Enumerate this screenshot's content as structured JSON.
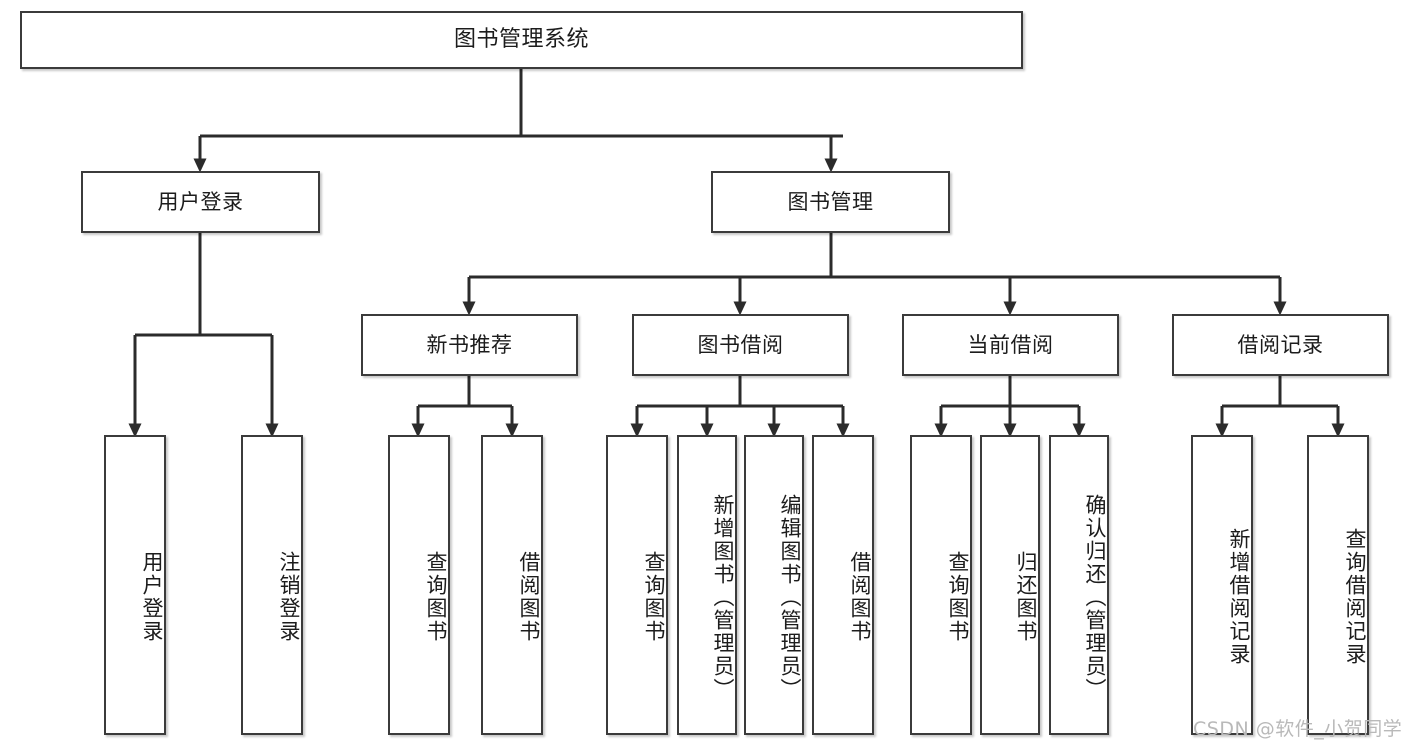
{
  "diagram": {
    "title": "图书管理系统",
    "type": "功能结构图",
    "colors": {
      "node_border": "#3b3b3b",
      "node_fill": "#ffffff",
      "edge": "#2b2b2b",
      "text": "#1c1c1c",
      "watermark": "#b9b9b9",
      "background": "#ffffff"
    },
    "levels": {
      "root": [
        "图书管理系统"
      ],
      "level2": [
        "用户登录",
        "图书管理"
      ],
      "level3": [
        "新书推荐",
        "图书借阅",
        "当前借阅",
        "借阅记录"
      ],
      "level4": [
        "用户登录",
        "注销登录",
        "查询图书",
        "借阅图书",
        "查询图书",
        "新增图书（管理员）",
        "编辑图书（管理员）",
        "借阅图书",
        "查询图书",
        "归还图书",
        "确认归还（管理员）",
        "新增借阅记录",
        "查询借阅记录"
      ]
    },
    "nodes": {
      "root": {
        "label": "图书管理系统"
      },
      "user_login": {
        "label": "用户登录"
      },
      "book_mgmt": {
        "label": "图书管理"
      },
      "new_book_rec": {
        "label": "新书推荐"
      },
      "book_borrow": {
        "label": "图书借阅"
      },
      "current_borrow": {
        "label": "当前借阅"
      },
      "borrow_record": {
        "label": "借阅记录"
      },
      "leaf_user_login": {
        "label": "用户登录"
      },
      "leaf_logout": {
        "label": "注销登录"
      },
      "leaf_query_book_1": {
        "label": "查询图书"
      },
      "leaf_borrow_book_1": {
        "label": "借阅图书"
      },
      "leaf_query_book_2": {
        "label": "查询图书"
      },
      "leaf_add_book": {
        "label": "新增图书（管理员）"
      },
      "leaf_edit_book": {
        "label": "编辑图书（管理员）"
      },
      "leaf_borrow_book_2": {
        "label": "借阅图书"
      },
      "leaf_query_book_3": {
        "label": "查询图书"
      },
      "leaf_return_book": {
        "label": "归还图书"
      },
      "leaf_confirm_return": {
        "label": "确认归还（管理员）"
      },
      "leaf_add_record": {
        "label": "新增借阅记录"
      },
      "leaf_query_record": {
        "label": "查询借阅记录"
      }
    },
    "watermark": "CSDN @软件_小贺同学"
  }
}
